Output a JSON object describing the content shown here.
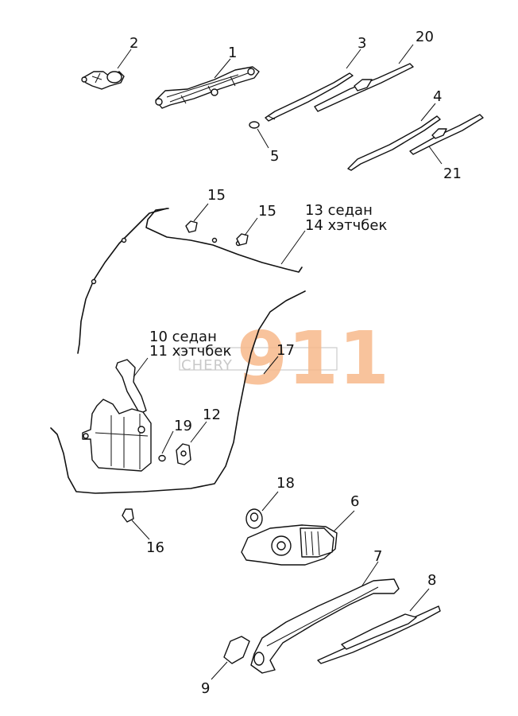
{
  "watermark": {
    "brand": "CHERY",
    "number": "911",
    "color": "#f7b98b"
  },
  "labels": {
    "p1": "1",
    "p2": "2",
    "p3": "3",
    "p4": "4",
    "p5": "5",
    "p6": "6",
    "p7": "7",
    "p8": "8",
    "p9": "9",
    "p10": "10 седан",
    "p11": "11 хэтчбек",
    "p12": "12",
    "p13": "13 седан",
    "p14": "14 хэтчбек",
    "p15a": "15",
    "p15b": "15",
    "p16": "16",
    "p17": "17",
    "p18": "18",
    "p19": "19",
    "p20": "20",
    "p21": "21"
  }
}
